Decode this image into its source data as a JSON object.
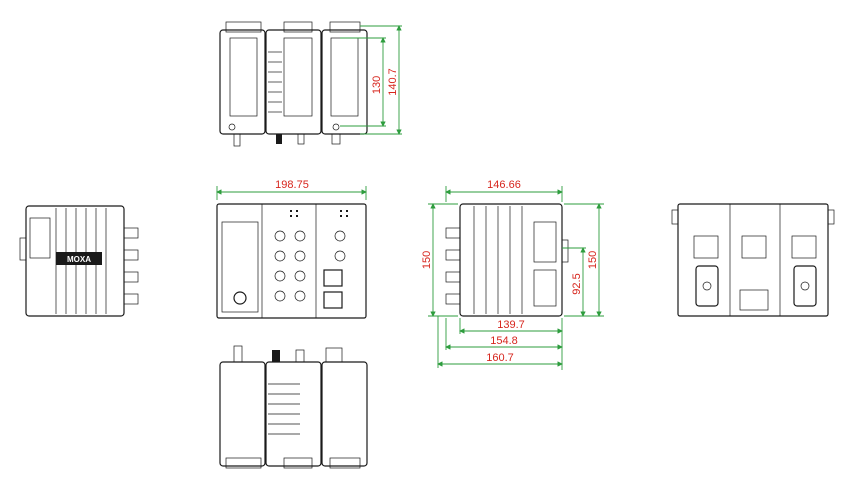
{
  "logo_text": "MOXA",
  "dimensions": {
    "top_height_inner": "130",
    "top_height_outer": "140.7",
    "front_width": "198.75",
    "side_width": "146.66",
    "side_height_left": "150",
    "side_height_right": "150",
    "side_mid_height": "92.5",
    "side_bottom_1": "139.7",
    "side_bottom_2": "154.8",
    "side_bottom_3": "160.7"
  },
  "colors": {
    "outline": "#1a1a1a",
    "dimension_line": "#2e9d3e",
    "dimension_text": "#d7261e"
  }
}
